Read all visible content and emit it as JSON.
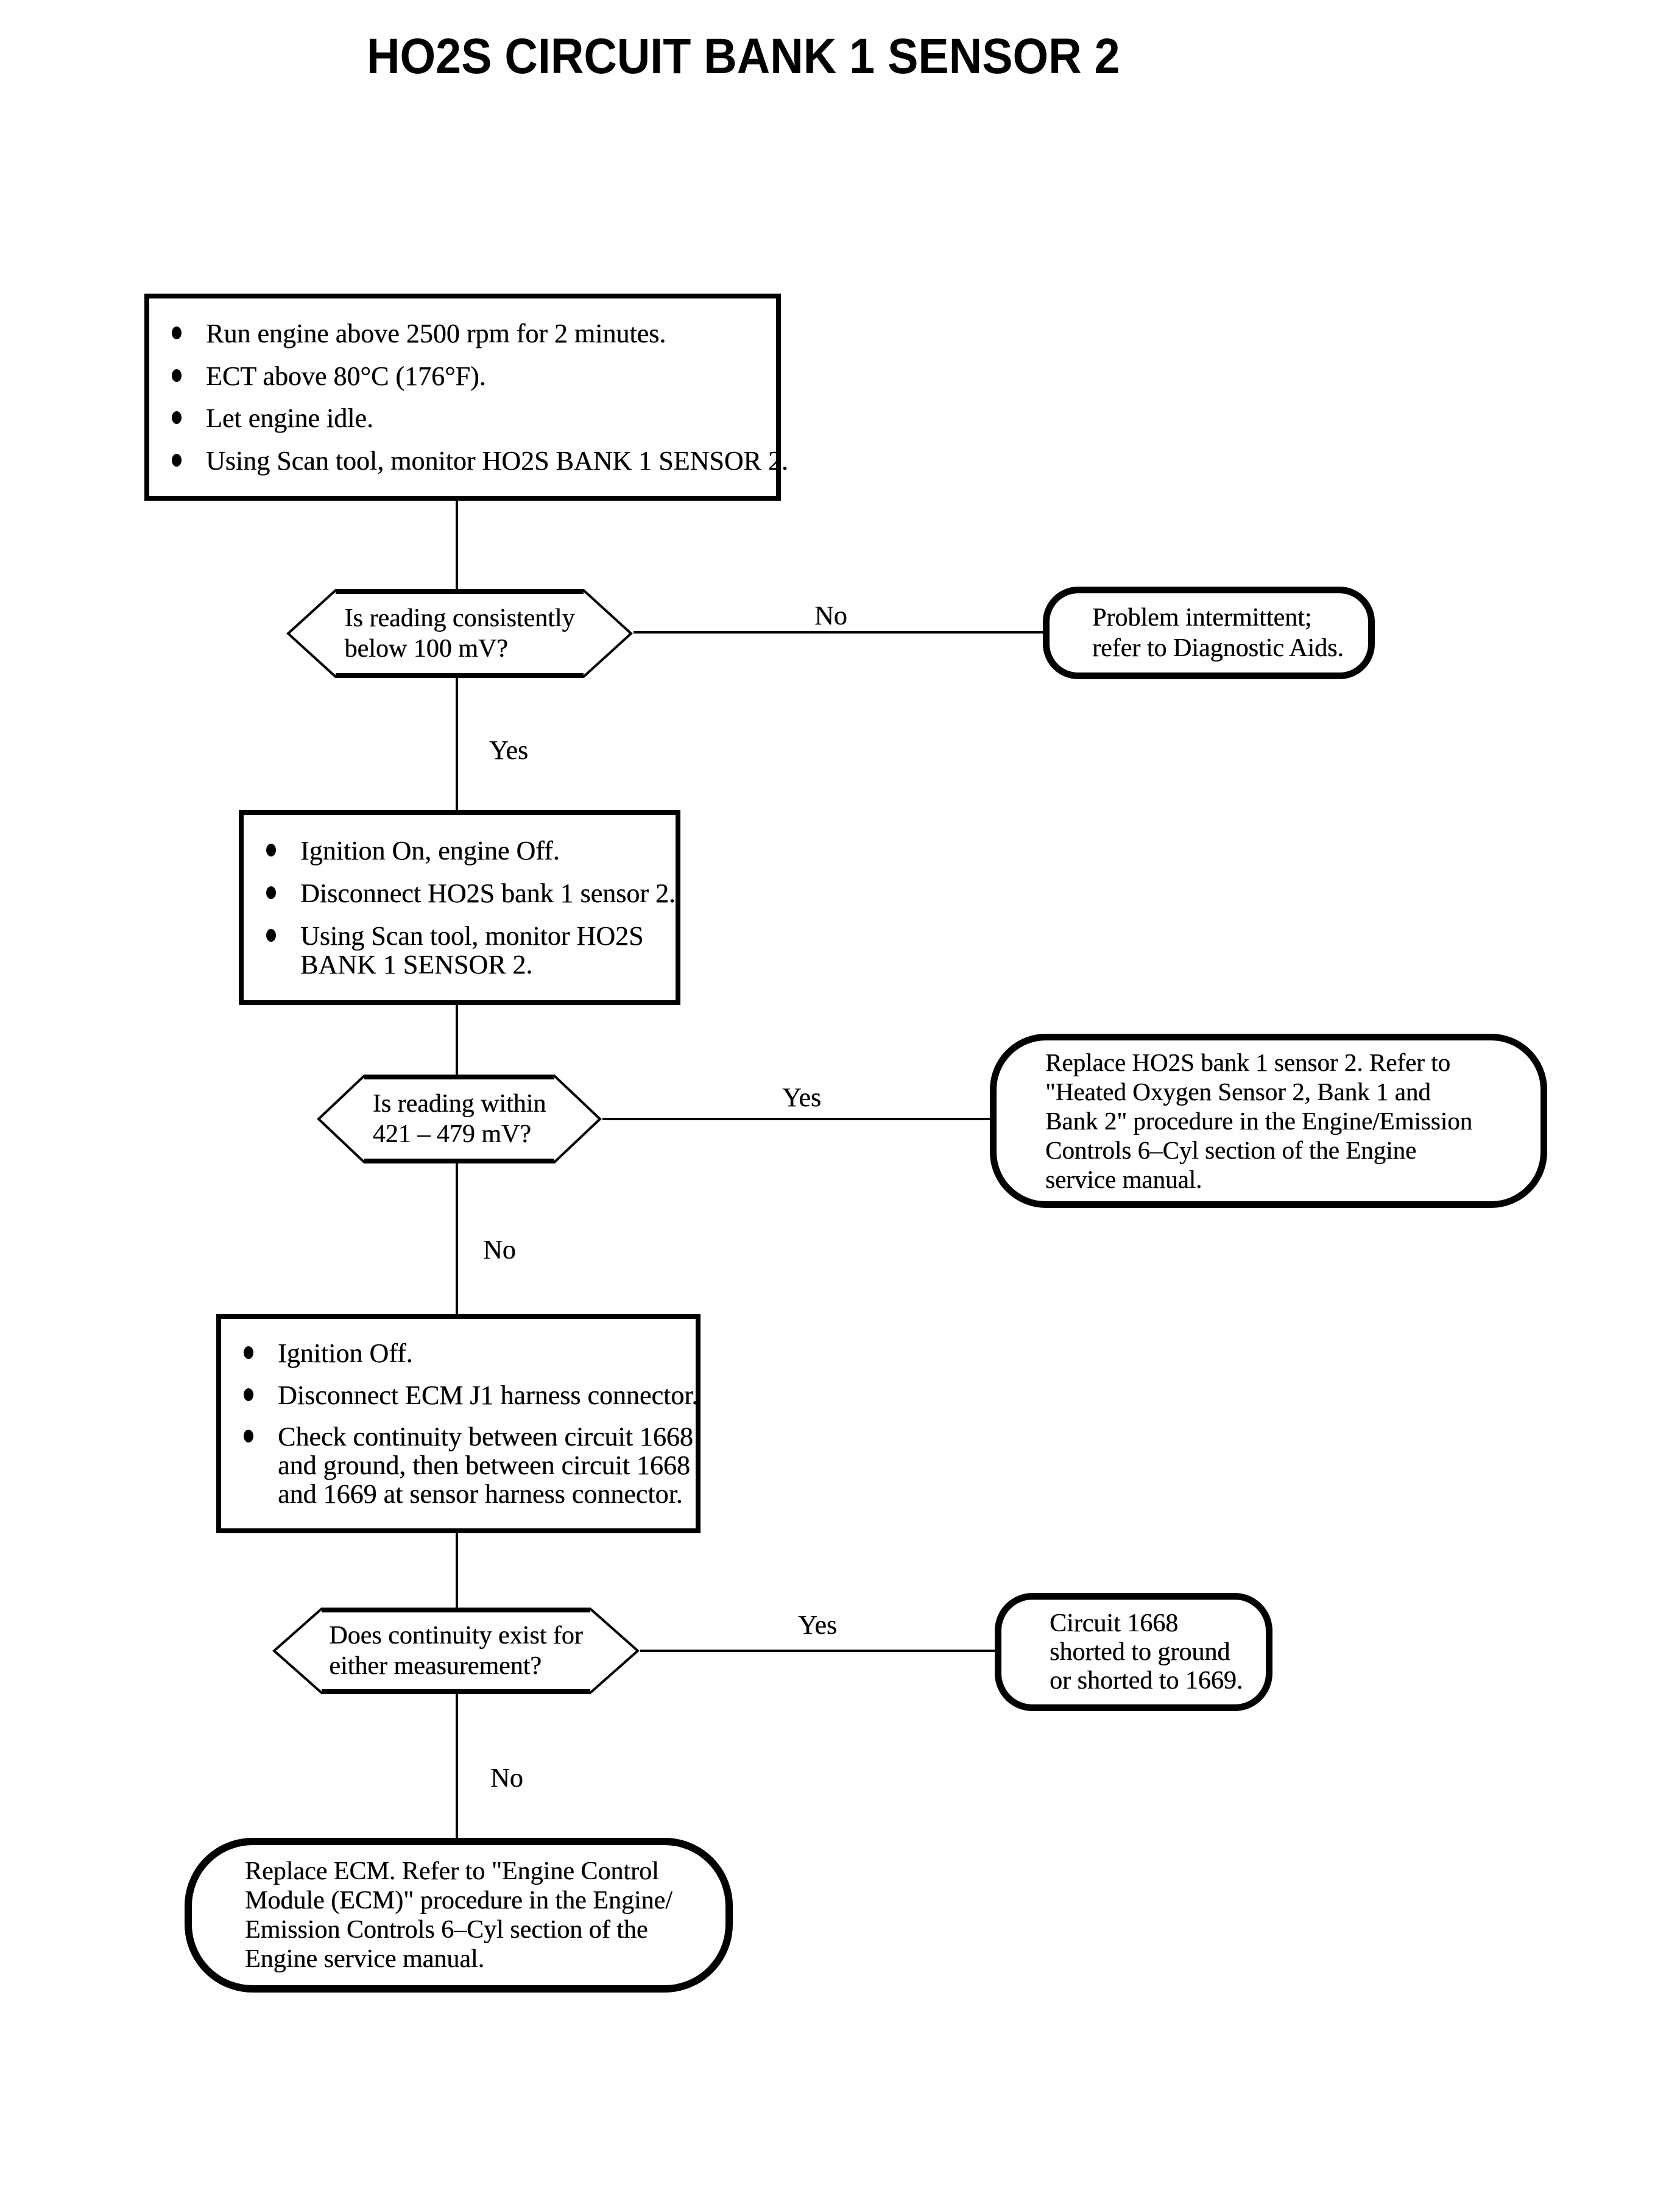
{
  "page": {
    "title": "HO2S CIRCUIT BANK 1 SENSOR 2"
  },
  "colors": {
    "ink": "#000000",
    "paper": "#ffffff"
  },
  "flow": {
    "step1": {
      "bullets": [
        {
          "lines": [
            "Run engine  above 2500 rpm for 2 minutes."
          ]
        },
        {
          "lines": [
            "ECT above 80°C (176°F)."
          ]
        },
        {
          "lines": [
            "Let engine idle."
          ]
        },
        {
          "lines": [
            "Using Scan tool, monitor HO2S BANK 1 SENSOR 2."
          ]
        }
      ]
    },
    "decision1": {
      "lines": [
        "Is reading consistently",
        "below 100 mV?"
      ],
      "no_label": "No",
      "yes_label": "Yes"
    },
    "result1": {
      "lines": [
        "Problem intermittent;",
        "refer to Diagnostic Aids."
      ]
    },
    "step2": {
      "bullets": [
        {
          "lines": [
            "Ignition On, engine Off."
          ]
        },
        {
          "lines": [
            "Disconnect HO2S bank 1 sensor 2."
          ]
        },
        {
          "lines": [
            "Using Scan tool, monitor HO2S",
            "BANK 1 SENSOR 2."
          ]
        }
      ]
    },
    "decision2": {
      "lines": [
        "Is reading within",
        "421 – 479 mV?"
      ],
      "yes_label": "Yes",
      "no_label": "No"
    },
    "result2": {
      "lines": [
        "Replace HO2S bank 1 sensor 2. Refer to",
        "\"Heated Oxygen Sensor 2, Bank 1 and",
        "Bank 2\" procedure in the Engine/Emission",
        "Controls 6–Cyl section of the Engine",
        "service manual."
      ]
    },
    "step3": {
      "bullets": [
        {
          "lines": [
            "Ignition Off."
          ]
        },
        {
          "lines": [
            "Disconnect ECM J1 harness connector."
          ]
        },
        {
          "lines": [
            "Check continuity between circuit 1668",
            "and ground, then between circuit 1668",
            "and 1669 at sensor harness connector."
          ]
        }
      ]
    },
    "decision3": {
      "lines": [
        "Does continuity exist for",
        "either measurement?"
      ],
      "yes_label": "Yes",
      "no_label": "No"
    },
    "result3": {
      "lines": [
        "Circuit 1668",
        "shorted to ground",
        "or shorted to 1669."
      ]
    },
    "result4": {
      "lines": [
        "Replace ECM. Refer to \"Engine Control",
        "Module (ECM)\" procedure in the Engine/",
        "Emission Controls 6–Cyl section of the",
        "Engine service manual."
      ]
    }
  }
}
